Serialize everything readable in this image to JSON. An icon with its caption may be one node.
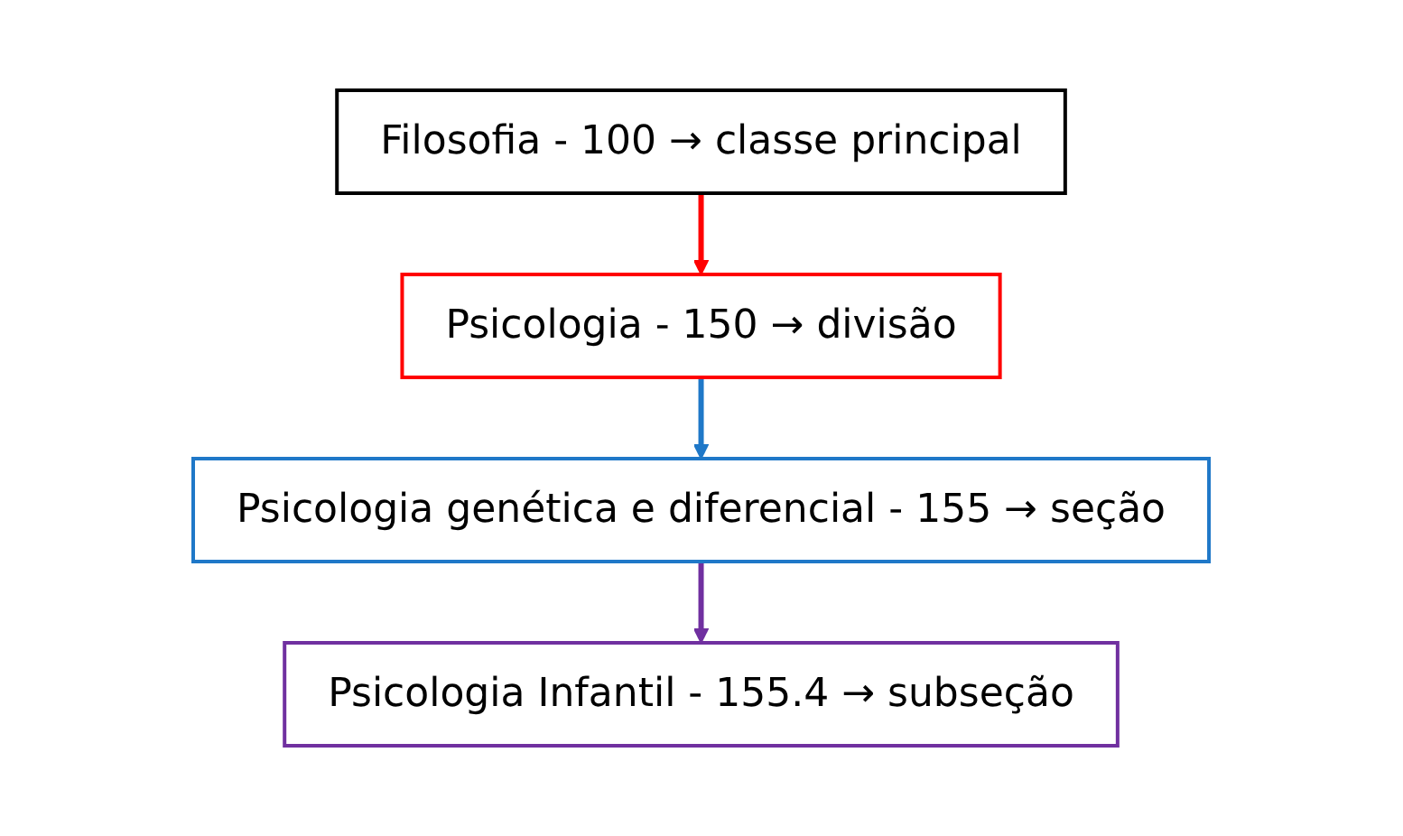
{
  "diagram": {
    "nodes": [
      {
        "text": [
          "Filosofia - 100 → classe principal"
        ]
      },
      {
        "text": [
          "Psicologia - 150 → divisão"
        ]
      },
      {
        "text": [
          "Psicologia genética e diferencial - 155 → seção"
        ]
      },
      {
        "text": [
          "Psicologia Infantil - 155.4 → subseção"
        ]
      }
    ],
    "edges": [
      {
        "from": 0,
        "to": 1,
        "arrow": "to",
        "color": "#ff0000"
      },
      {
        "from": 1,
        "to": 2,
        "arrow": "to",
        "color": "#1f78c8"
      },
      {
        "from": 2,
        "to": 3,
        "arrow": "to",
        "color": "#7030a0"
      }
    ]
  }
}
